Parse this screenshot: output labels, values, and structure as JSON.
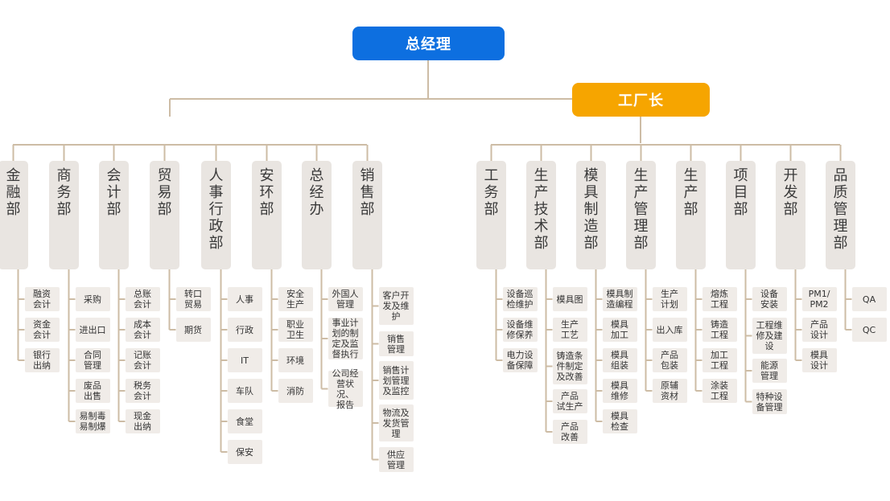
{
  "general_manager": "总经理",
  "factory_manager": "工厂长",
  "left_departments": [
    {
      "name": "金融部",
      "subs": [
        "融资\n会计",
        "资金\n会计",
        "银行\n出纳"
      ]
    },
    {
      "name": "商务部",
      "subs": [
        "采购",
        "进出口",
        "合同\n管理",
        "废品\n出售",
        "易制毒\n易制爆"
      ]
    },
    {
      "name": "会计部",
      "subs": [
        "总账\n会计",
        "成本\n会计",
        "记账\n会计",
        "税务\n会计",
        "现金\n出纳"
      ]
    },
    {
      "name": "贸易部",
      "subs": [
        "转口\n贸易",
        "期货"
      ]
    },
    {
      "name": "人事行政部",
      "subs": [
        "人事",
        "行政",
        "IT",
        "车队",
        "食堂",
        "保安"
      ]
    },
    {
      "name": "安环部",
      "subs": [
        "安全\n生产",
        "职业\n卫生",
        "环境",
        "消防"
      ]
    },
    {
      "name": "总经办",
      "subs": [
        "外国人\n管理",
        "事业计\n划的制\n定及监\n督执行",
        "公司经\n营状况、\n报告"
      ]
    },
    {
      "name": "销售部",
      "subs": [
        "客户开\n发及维\n护",
        "销售\n管理",
        "销售计\n划管理\n及监控",
        "物流及\n发货管\n理",
        "供应\n管理"
      ]
    }
  ],
  "right_departments": [
    {
      "name": "工务部",
      "subs": [
        "设备巡\n检维护",
        "设备维\n修保养",
        "电力设\n备保障"
      ]
    },
    {
      "name": "生产技术部",
      "subs": [
        "模具图",
        "生产\n工艺",
        "铸造条\n件制定\n及改善",
        "产品\n试生产",
        "产品\n改善"
      ]
    },
    {
      "name": "模具制造部",
      "subs": [
        "模具制\n造编程",
        "模具\n加工",
        "模具\n组装",
        "模具\n维修",
        "模具\n检查"
      ]
    },
    {
      "name": "生产管理部",
      "subs": [
        "生产\n计划",
        "出入库",
        "产品\n包装",
        "原辅\n资材"
      ]
    },
    {
      "name": "生产部",
      "subs": [
        "熔炼\n工程",
        "铸造\n工程",
        "加工\n工程",
        "涂装\n工程"
      ]
    },
    {
      "name": "项目部",
      "subs": [
        "设备\n安装",
        "工程维\n修及建\n设",
        "能源\n管理",
        "特种设\n备管理"
      ]
    },
    {
      "name": "开发部",
      "subs": [
        "PM1/\nPM2",
        "产品\n设计",
        "模具\n设计"
      ]
    },
    {
      "name": "品质管理部",
      "subs": [
        "QA",
        "QC"
      ]
    }
  ],
  "colors": {
    "general_manager": "#0d6fe0",
    "factory_manager": "#f6a500",
    "connector": "#cdbca5",
    "department": "#e9e5e1",
    "sub_item": "#f0ece8"
  }
}
